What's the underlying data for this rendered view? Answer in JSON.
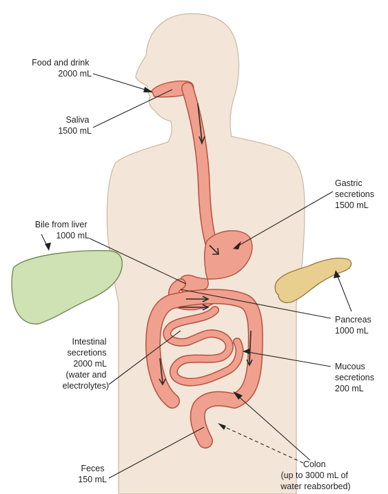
{
  "labels": {
    "food": [
      "Food and drink",
      "2000 mL"
    ],
    "saliva": [
      "Saliva",
      "1500 mL"
    ],
    "gastric": [
      "Gastric",
      "secretions",
      "1500 mL"
    ],
    "bile": [
      "Bile from liver",
      "1000 mL"
    ],
    "pancreas": [
      "Pancreas",
      "1000 mL"
    ],
    "intestinal": [
      "Intestinal",
      "secretions",
      "2000 mL",
      "(water and",
      "electrolytes)"
    ],
    "mucous": [
      "Mucous",
      "secretions",
      "200 mL"
    ],
    "feces": [
      "Feces",
      "150 mL"
    ],
    "colon": [
      "Colon",
      "(up to 3000 mL of",
      "water reabsorbed)"
    ]
  },
  "colors": {
    "body": "#f3e6d8",
    "body_outline": "#c9b6a3",
    "gut": "#f0a08e",
    "gut_outline": "#b5503e",
    "liver": "#cfe2b4",
    "liver_outline": "#6d8a56",
    "pancreas": "#e8cf90",
    "pancreas_outline": "#9a7a3c"
  }
}
